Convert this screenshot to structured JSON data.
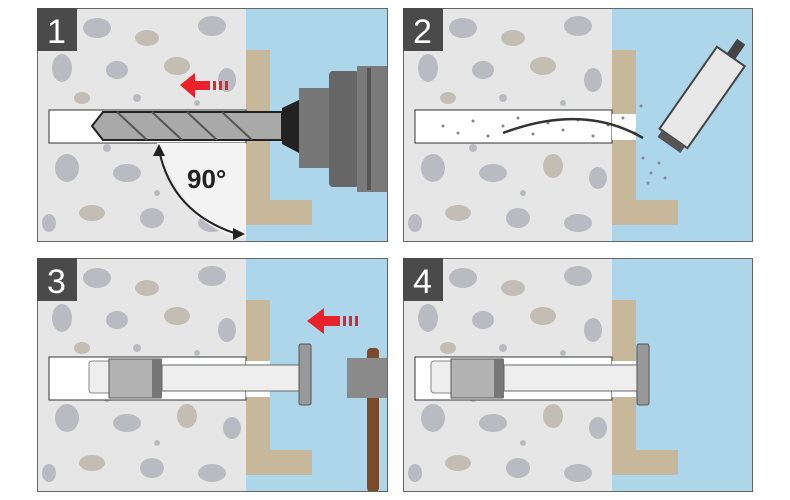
{
  "steps": [
    {
      "number": "1",
      "action": "drill"
    },
    {
      "number": "2",
      "action": "clean"
    },
    {
      "number": "3",
      "action": "hammer"
    },
    {
      "number": "4",
      "action": "installed"
    }
  ],
  "angle_label": "90°",
  "colors": {
    "concrete": "#e6e6e6",
    "wall": "#aed6ea",
    "bracket": "#c7b89c",
    "arrow": "#e8212a",
    "number_box": "#4a4a4a",
    "handle": "#7a4a2a"
  }
}
